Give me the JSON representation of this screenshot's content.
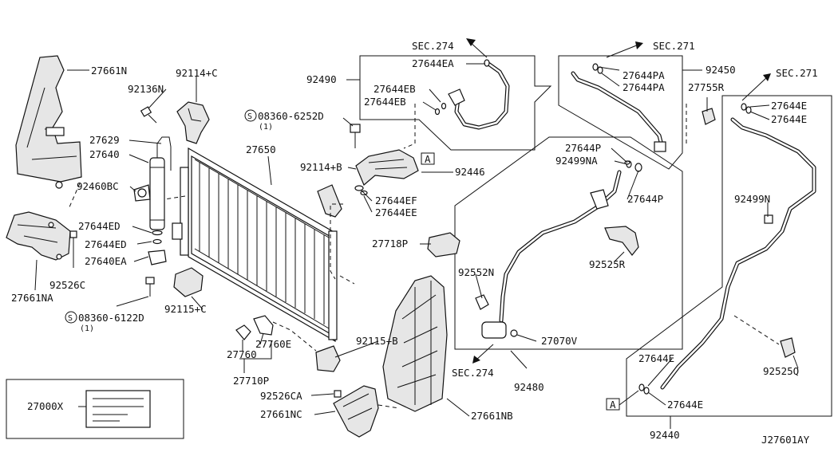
{
  "labels": {
    "p27661N": "27661N",
    "p92136N": "92136N",
    "p92114C": "92114+C",
    "p27629": "27629",
    "p27640": "27640",
    "p92460BC": "92460BC",
    "p27644ED_a": "27644ED",
    "p27644ED_b": "27644ED",
    "p27640EA": "27640EA",
    "p92526C": "92526C",
    "p27661NA": "27661NA",
    "p08360_6122D": "08360-6122D",
    "p08360_6122D_qty": "(1)",
    "p92115C": "92115+C",
    "p27650": "27650",
    "p08360_6252D": "08360-6252D",
    "p08360_6252D_qty": "(1)",
    "p92114B": "92114+B",
    "p27760E": "27760E",
    "p27760": "27760",
    "p27710P": "27710P",
    "p92115B": "92115+B",
    "p92526CA": "92526CA",
    "p27661NC": "27661NC",
    "p27661NB": "27661NB",
    "p27000X": "27000X",
    "sec274_top": "SEC.274",
    "p27644EA": "27644EA",
    "p92490": "92490",
    "p27644EB_a": "27644EB",
    "p27644EB_b": "27644EB",
    "p92446": "92446",
    "p27644EF": "27644EF",
    "p27644EE": "27644EE",
    "p27718P": "27718P",
    "ref_A_1": "A",
    "sec271_mid": "SEC.271",
    "p92450": "92450",
    "p27644PA_a": "27644PA",
    "p27644PA_b": "27644PA",
    "p27755R": "27755R",
    "p27644P_a": "27644P",
    "p92499NA": "92499NA",
    "p27644P_b": "27644P",
    "p92525R": "92525R",
    "p92552N": "92552N",
    "p27070V": "27070V",
    "sec274_bot": "SEC.274",
    "p92480": "92480",
    "sec271_right": "SEC.271",
    "p27644E_a": "27644E",
    "p27644E_b": "27644E",
    "p92499N": "92499N",
    "p92525Q": "92525Q",
    "p27644E_c": "27644E",
    "p27644E_d": "27644E",
    "ref_A_2": "A",
    "p92440": "92440",
    "diagram_id": "J27601AY"
  }
}
